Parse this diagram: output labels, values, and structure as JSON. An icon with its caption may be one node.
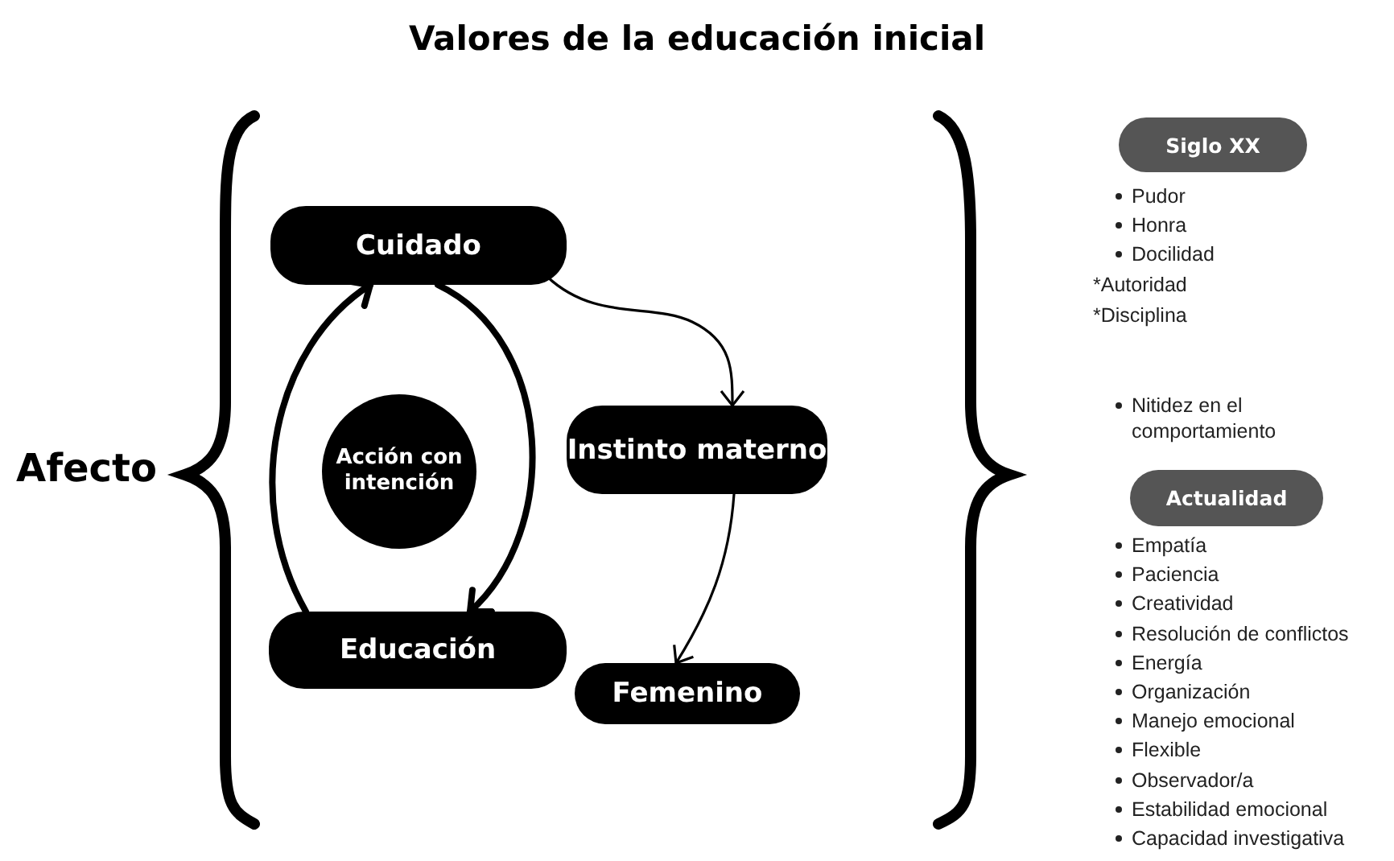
{
  "diagram": {
    "title": "Valores de la educación inicial",
    "nodes": [
      {
        "text": [
          "Cuidado"
        ]
      },
      {
        "text": [
          "Acción con intención"
        ]
      },
      {
        "text": [
          "Instinto materno"
        ]
      },
      {
        "text": [
          "Educación"
        ]
      },
      {
        "text": [
          "Femenino"
        ]
      },
      {
        "text": [
          "Siglo XX"
        ]
      },
      {
        "text": [
          "Actualidad"
        ]
      }
    ],
    "edges": [
      {
        "from": 0,
        "to": 2,
        "arrow": "to"
      },
      {
        "from": 2,
        "to": 4,
        "arrow": "to"
      },
      {
        "from": 3,
        "to": 0,
        "arrow": "to",
        "style": "thick"
      },
      {
        "from": 0,
        "to": 3,
        "arrow": "to",
        "style": "thick"
      }
    ],
    "labels": [
      "Afecto",
      "Pudor",
      "Honra",
      "Docilidad",
      "*Autoridad",
      "*Disciplina",
      "Nitidez en el comportamiento",
      "Empatía",
      "Paciencia",
      "Creatividad",
      "Resolución de conflictos",
      "Energía",
      "Organización",
      "Manejo emocional",
      "Flexible",
      "Observador/a",
      "Estabilidad emocional",
      "Capacidad investigativa"
    ]
  }
}
